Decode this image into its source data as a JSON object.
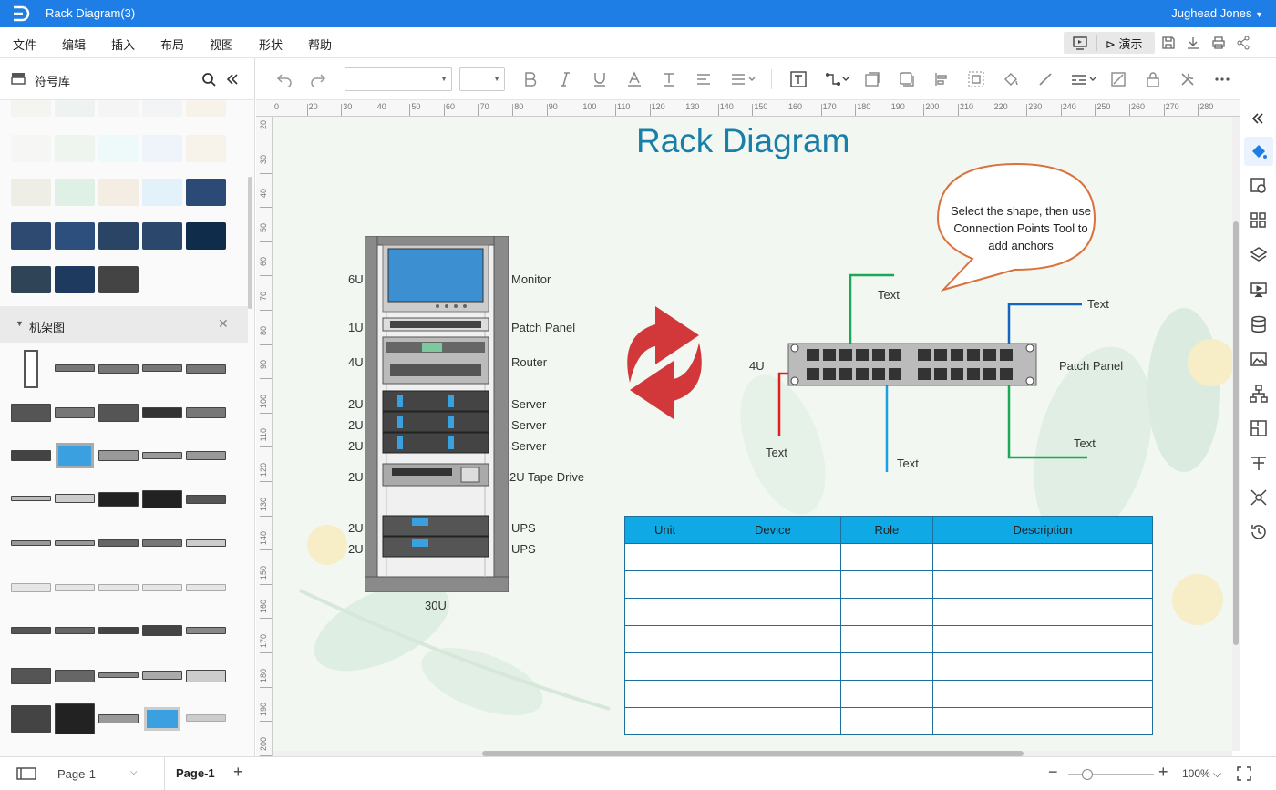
{
  "app": {
    "title": "Rack Diagram(3)",
    "user": "Jughead Jones"
  },
  "menu": [
    "文件",
    "编辑",
    "插入",
    "布局",
    "视图",
    "形状",
    "帮助"
  ],
  "present_label": "演示",
  "sidebar": {
    "title": "符号库",
    "section": "机架图"
  },
  "ruler": {
    "top": [
      "0",
      "20",
      "30",
      "40",
      "50",
      "60",
      "70",
      "80",
      "90",
      "100",
      "110",
      "120",
      "130",
      "140",
      "150",
      "160",
      "170",
      "180",
      "190",
      "200",
      "210",
      "220",
      "230",
      "240",
      "250",
      "260",
      "270",
      "280"
    ],
    "left": [
      "20",
      "30",
      "40",
      "50",
      "60",
      "70",
      "80",
      "90",
      "100",
      "110",
      "120",
      "130",
      "140",
      "150",
      "160",
      "170",
      "180",
      "190",
      "200"
    ]
  },
  "diagram": {
    "title": "Rack Diagram",
    "rack_units": [
      "6U",
      "1U",
      "4U",
      "2U",
      "2U",
      "2U",
      "2U",
      "2U",
      "2U"
    ],
    "rack_labels": [
      "Monitor",
      "Patch Panel",
      "Router",
      "Server",
      "Server",
      "Server",
      "2U Tape Drive",
      "UPS",
      "UPS"
    ],
    "rack_total": "30U",
    "callout": "Select the shape, then use Connection Points Tool to add anchors",
    "patch_unit": "4U",
    "patch_label": "Patch Panel",
    "text_labels": [
      "Text",
      "Text",
      "Text",
      "Text",
      "Text"
    ],
    "table_headers": [
      "Unit",
      "Device",
      "Role",
      "Description"
    ],
    "colors": {
      "title": "#1a7fa8",
      "green": "#1aaa55",
      "blue": "#1565c0",
      "red": "#e02020",
      "cyan": "#18a0e0",
      "arrow": "#d2373a",
      "header": "#0fa9e6"
    }
  },
  "status": {
    "page_tab": "Page-1",
    "page_active": "Page-1",
    "zoom": "100%"
  }
}
